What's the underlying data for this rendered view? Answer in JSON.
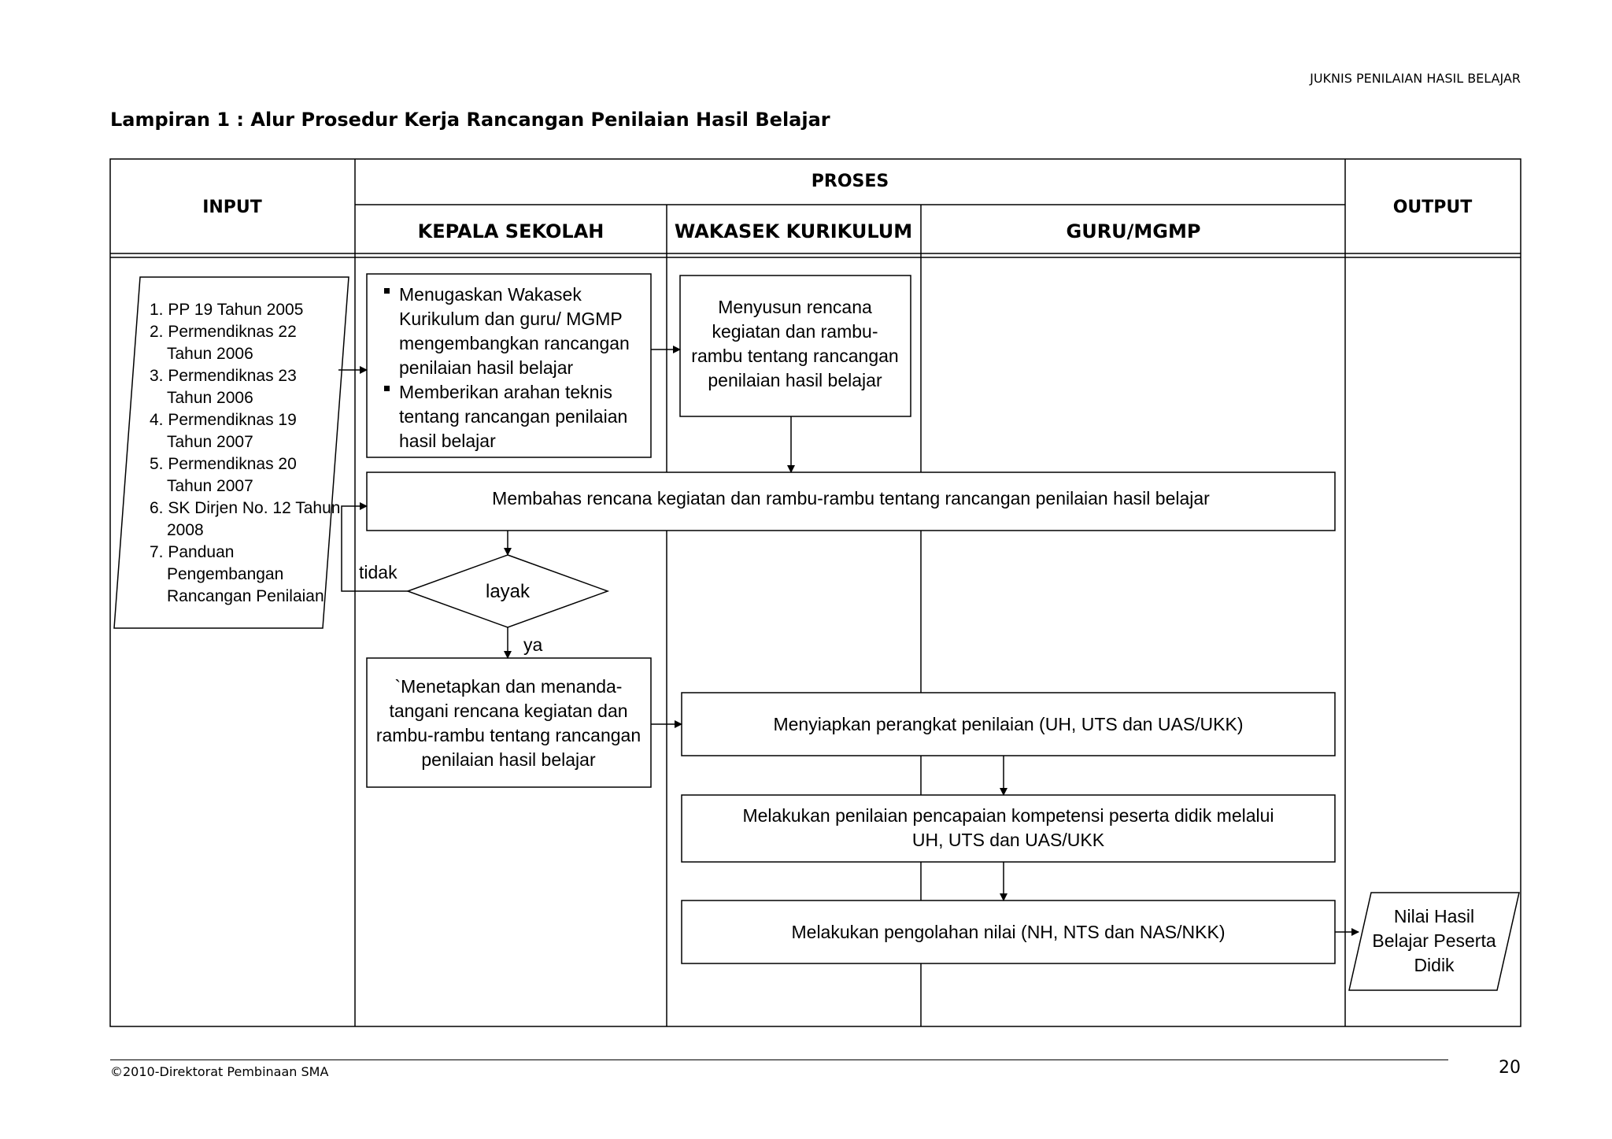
{
  "header_note": "JUKNIS PENILAIAN HASIL BELAJAR",
  "page_title": "Lampiran 1 : Alur Prosedur Kerja Rancangan Penilaian Hasil Belajar",
  "columns": {
    "input": "INPUT",
    "proses": "PROSES",
    "kepala_sekolah": "KEPALA SEKOLAH",
    "wakasek": "WAKASEK KURIKULUM",
    "guru": "GURU/MGMP",
    "output": "OUTPUT"
  },
  "input_list": [
    "1. PP 19 Tahun 2005",
    "2. Permendiknas 22",
    "Tahun 2006",
    "3. Permendiknas 23",
    "Tahun 2006",
    "4. Permendiknas 19",
    "Tahun 2007",
    "5. Permendiknas 20",
    "Tahun 2007",
    "6. SK Dirjen No. 12 Tahun",
    "2008",
    "7. Panduan",
    "Pengembangan",
    "Rancangan Penilaian"
  ],
  "box_kepsek_tugas": [
    "Menugaskan Wakasek",
    "Kurikulum dan guru/ MGMP",
    "mengembangkan rancangan",
    "penilaian hasil belajar",
    "Memberikan arahan teknis",
    "tentang  rancangan penilaian",
    "hasil belajar"
  ],
  "box_wakasek_susun": [
    "Menyusun rencana",
    "kegiatan dan rambu-",
    "rambu tentang rancangan",
    "penilaian hasil belajar"
  ],
  "box_bahas": "Membahas rencana kegiatan dan rambu-rambu tentang rancangan penilaian hasil belajar",
  "decision": "layak",
  "label_tidak": "tidak",
  "label_ya": "ya",
  "box_tetapkan": [
    "`Menetapkan dan menanda-",
    "tangani rencana kegiatan dan",
    "rambu-rambu tentang rancangan",
    "penilaian hasil belajar"
  ],
  "box_siapkan": "Menyiapkan perangkat penilaian (UH, UTS dan UAS/UKK)",
  "box_lakukan": [
    "Melakukan penilaian pencapaian kompetensi peserta didik  melalui",
    "UH, UTS dan UAS/UKK"
  ],
  "box_olah": "Melakukan pengolahan nilai (NH, NTS dan NAS/NKK)",
  "output_box": [
    "Nilai Hasil",
    "Belajar Peserta",
    "Didik"
  ],
  "footer": "©2010-Direktorat Pembinaan SMA",
  "page_number": "20"
}
